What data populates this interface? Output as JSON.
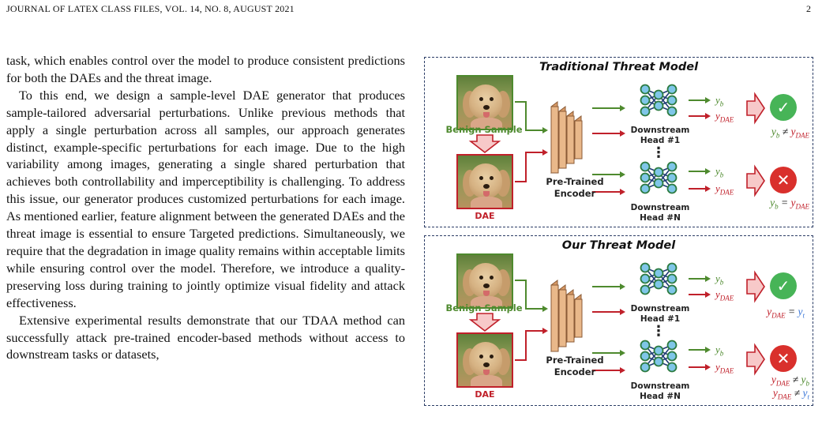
{
  "header": {
    "journal": "JOURNAL OF LATEX CLASS FILES, VOL. 14, NO. 8, AUGUST 2021",
    "page_number": "2"
  },
  "body": {
    "p1": "task, which enables control over the model to produce consistent predictions for both the DAEs and the threat image.",
    "p2": "To this end, we design a sample-level DAE generator that produces sample-tailored adversarial perturbations. Unlike previous methods that apply a single perturbation across all samples, our approach generates distinct, example-specific perturbations for each image. Due to the high variability among images, generating a single shared perturbation that achieves both controllability and imperceptibility is challenging. To address this issue, our generator produces customized perturbations for each image. As mentioned earlier, feature alignment between the generated DAEs and the threat image is essential to ensure Targeted predictions. Simultaneously, we require that the degradation in image quality remains within acceptable limits while ensuring control over the model. Therefore, we introduce a quality-preserving loss during training to jointly optimize visual fidelity and attack effectiveness.",
    "p3": "Extensive experimental results demonstrate that our TDAA method can successfully attack pre-trained encoder-based methods without access to downstream tasks or datasets,"
  },
  "figure": {
    "colors": {
      "benign": "#4e8a2e",
      "dae": "#c0202a",
      "encoder": "#e9b88a",
      "ok": "#47b457",
      "fail": "#d9302c",
      "frame": "#2b3d66"
    },
    "panels": [
      {
        "title": "Traditional Threat Model",
        "benign_label": "Benign Sample",
        "dae_label": "DAE",
        "encoder_label": "Pre-Trained\nEncoder",
        "head1_label": "Downstream\nHead #1",
        "headN_label": "Downstream\nHead #N",
        "dots": "⋮",
        "out_b": "y_b",
        "out_dae": "y_DAE",
        "result_top": "y_b ≠ y_DAE",
        "result_bottom": "y_b = y_DAE",
        "result_bottom2": "",
        "badge_top": "success-check-icon",
        "badge_bottom": "fail-cross-icon"
      },
      {
        "title": "Our Threat Model",
        "benign_label": "Benign Sample",
        "dae_label": "DAE",
        "encoder_label": "Pre-Trained\nEncoder",
        "head1_label": "Downstream\nHead #1",
        "headN_label": "Downstream\nHead #N",
        "dots": "⋮",
        "out_b": "y_b",
        "out_dae": "y_DAE",
        "result_top": "y_DAE = y_t",
        "result_bottom": "y_DAE ≠ y_b",
        "result_bottom2": "y_DAE ≠ y_t",
        "badge_top": "success-check-icon",
        "badge_bottom": "fail-cross-icon"
      }
    ]
  }
}
